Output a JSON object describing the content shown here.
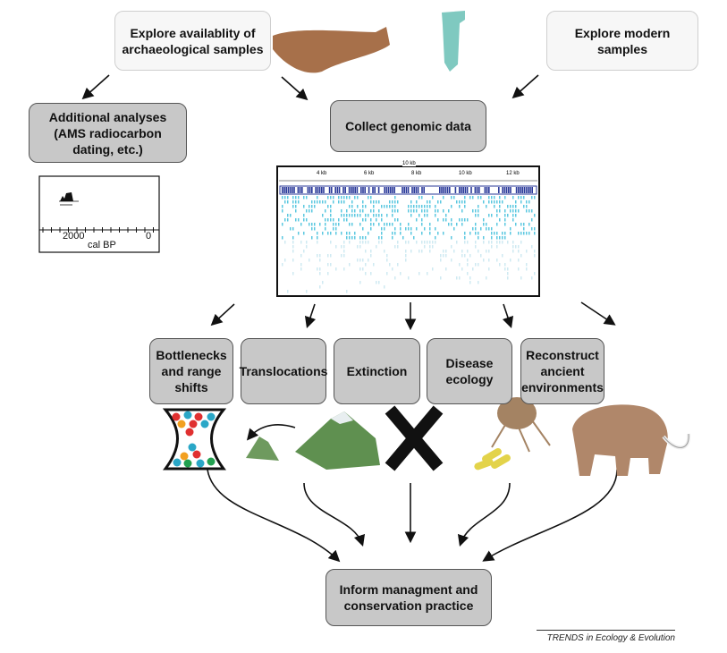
{
  "boxes": {
    "archaeological": "Explore availablity of archaeological samples",
    "modern": "Explore modern samples",
    "additional": "Additional analyses (AMS radiocarbon dating, etc.)",
    "collect": "Collect genomic data",
    "bottlenecks": "Bottlenecks and range shifts",
    "translocations": "Translocations",
    "extinction": "Extinction",
    "disease": "Disease ecology",
    "reconstruct": "Reconstruct ancient environments",
    "inform": "Inform managment and conservation practice"
  },
  "radiocarbon": {
    "tick_2000": "2000",
    "tick_0": "0",
    "xlabel": "cal BP"
  },
  "genome": {
    "title": "10 kb",
    "ticks": [
      "4 kb",
      "6 kb",
      "8 kb",
      "10 kb",
      "12 kb"
    ]
  },
  "caption": "TRENDS in Ecology & Evolution",
  "colors": {
    "dark_box": "#c8c8c8",
    "light_box": "#f7f7f7",
    "coverage_dark": "#2b3a9a",
    "coverage_light": "#5cc8e0"
  }
}
